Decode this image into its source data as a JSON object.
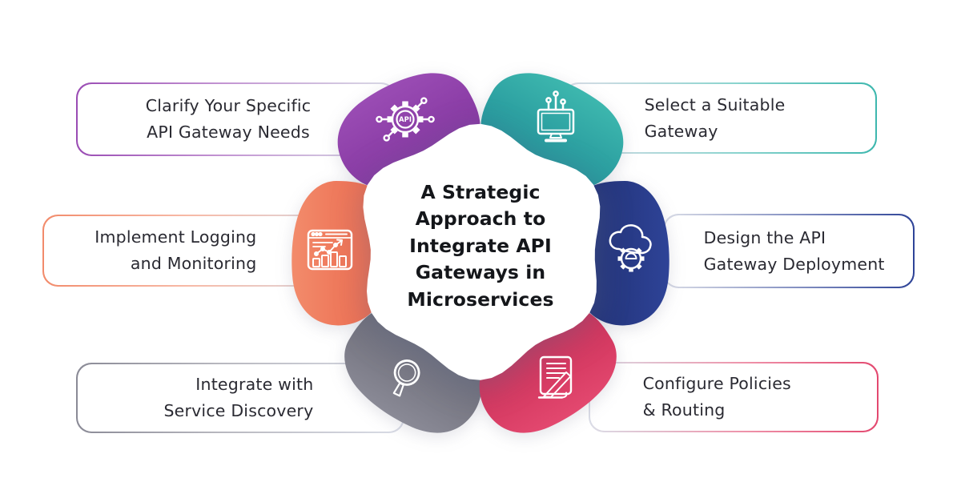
{
  "title": "A Strategic\nApproach to\nIntegrate API\nGateways in\nMicroservices",
  "steps": [
    {
      "id": "clarify-needs",
      "label": "Clarify Your Specific\nAPI Gateway Needs",
      "icon": "api-gear-icon",
      "icon_text": "API",
      "color": "#9a4cb4",
      "color2": "#7d2f99"
    },
    {
      "id": "select-gateway",
      "label": "Select a Suitable\nGateway",
      "icon": "monitor-circuit-icon",
      "color": "#3db7ae",
      "color2": "#1a8793"
    },
    {
      "id": "logging-monitoring",
      "label": "Implement Logging\nand Monitoring",
      "icon": "analytics-window-icon",
      "color": "#f28b6b",
      "color2": "#ea5f45"
    },
    {
      "id": "design-deployment",
      "label": "Design the API\nGateway Deployment",
      "icon": "cloud-gear-icon",
      "color": "#2e4397",
      "color2": "#1c2a68"
    },
    {
      "id": "service-discovery",
      "label": "Integrate with\nService Discovery",
      "icon": "magnifier-icon",
      "color": "#8a8a96",
      "color2": "#5f5e6a"
    },
    {
      "id": "policies-routing",
      "label": "Configure Policies\n& Routing",
      "icon": "document-pen-icon",
      "color": "#e3486f",
      "color2": "#c2254e"
    }
  ]
}
